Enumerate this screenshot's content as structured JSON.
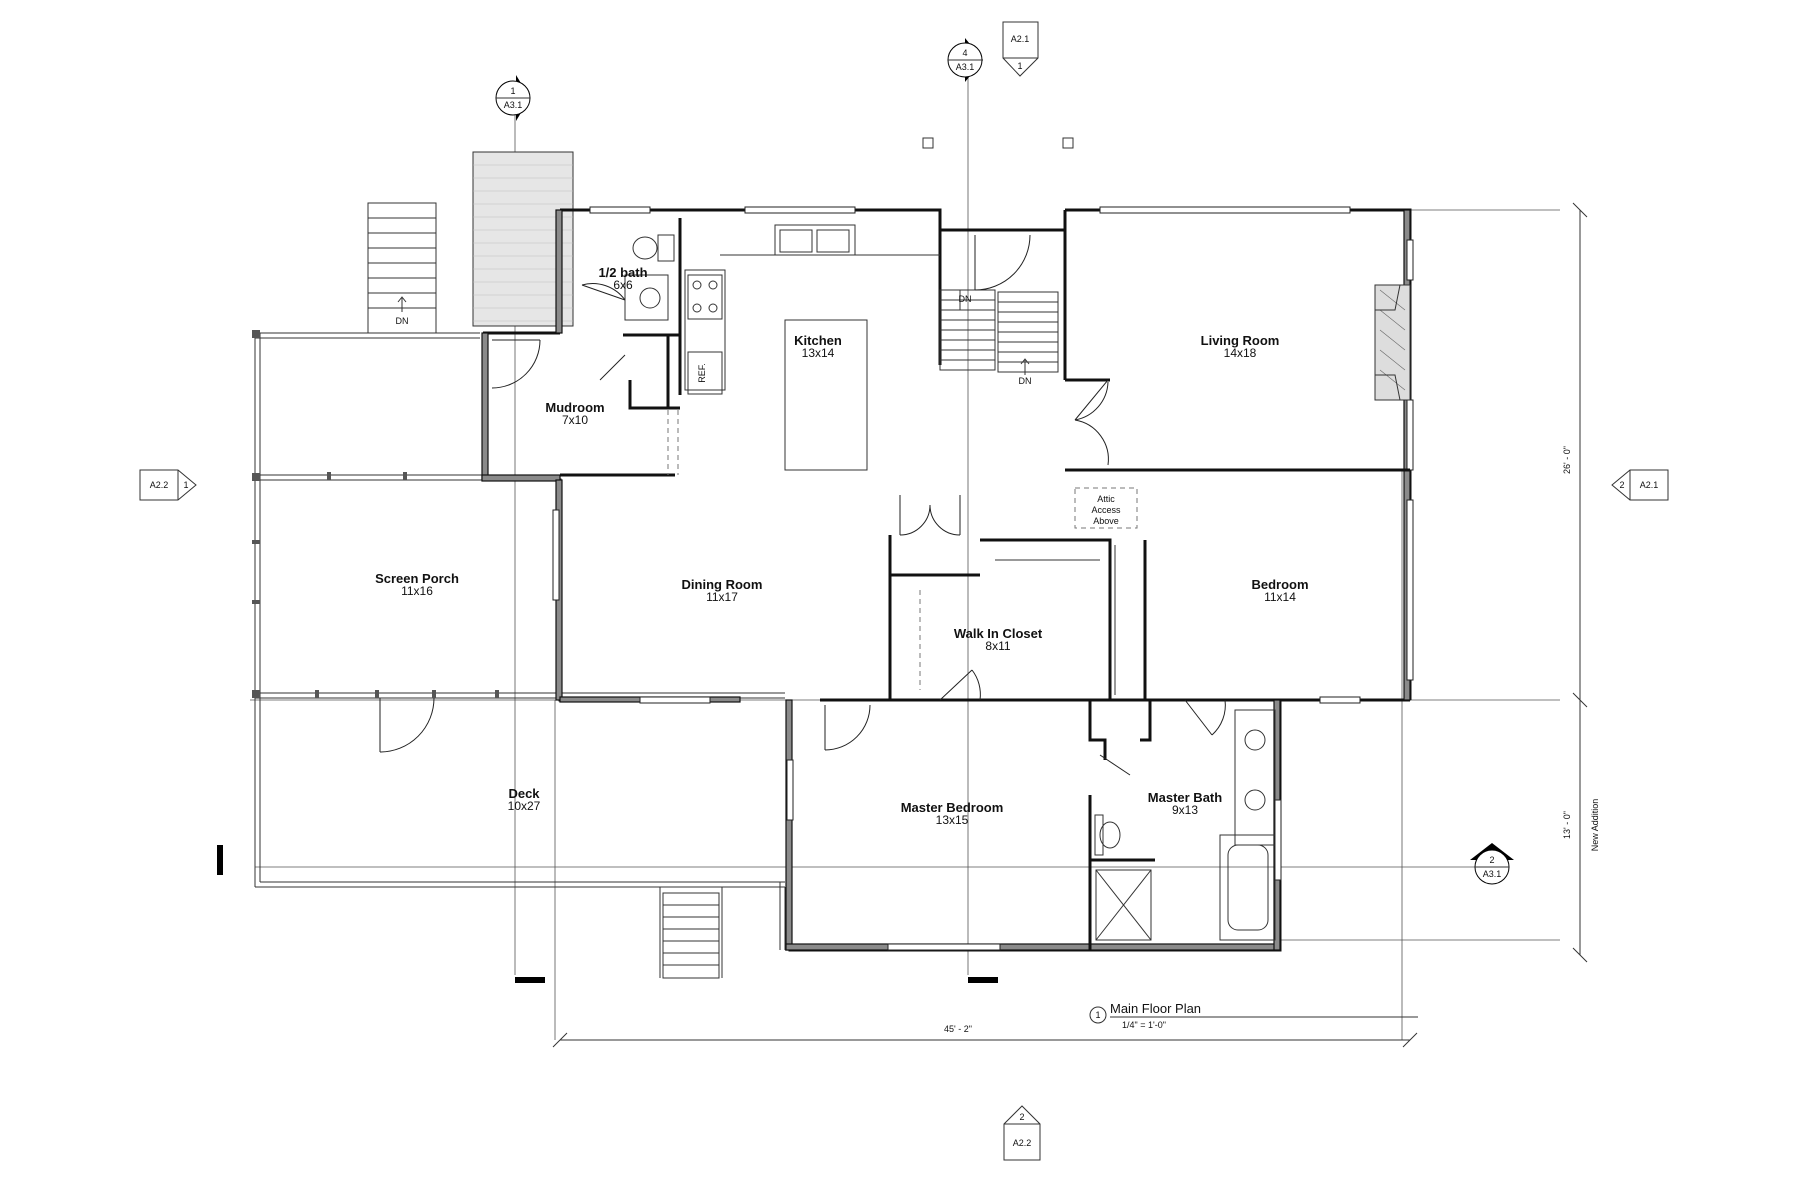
{
  "rooms": {
    "half_bath": {
      "name": "1/2 bath",
      "size": "6x6"
    },
    "kitchen": {
      "name": "Kitchen",
      "size": "13x14"
    },
    "living_room": {
      "name": "Living Room",
      "size": "14x18"
    },
    "mudroom": {
      "name": "Mudroom",
      "size": "7x10"
    },
    "screen_porch": {
      "name": "Screen Porch",
      "size": "11x16"
    },
    "dining_room": {
      "name": "Dining Room",
      "size": "11x17"
    },
    "bedroom": {
      "name": "Bedroom",
      "size": "11x14"
    },
    "walk_in_closet": {
      "name": "Walk In Closet",
      "size": "8x11"
    },
    "deck": {
      "name": "Deck",
      "size": "10x27"
    },
    "master_bedroom": {
      "name": "Master Bedroom",
      "size": "13x15"
    },
    "master_bath": {
      "name": "Master Bath",
      "size": "9x13"
    }
  },
  "labels": {
    "ref": "REF.",
    "dn": "DN",
    "attic": [
      "Attic",
      "Access",
      "Above"
    ]
  },
  "dimensions": {
    "height_main": "26' - 0\"",
    "height_addition": "13' - 0\"",
    "addition_note": "New Addition",
    "width": "45' - 2\""
  },
  "title_block": {
    "number": "1",
    "title": "Main Floor Plan",
    "scale": "1/4\" = 1'-0\""
  },
  "markers": {
    "section_1": {
      "num": "1",
      "sheet": "A3.1"
    },
    "section_4": {
      "num": "4",
      "sheet": "A3.1"
    },
    "section_2": {
      "num": "2",
      "sheet": "A3.1"
    },
    "elev_top": {
      "num": "1",
      "sheet": "A2.1"
    },
    "elev_left": {
      "num": "1",
      "sheet": "A2.2"
    },
    "elev_right": {
      "num": "2",
      "sheet": "A2.1"
    },
    "elev_bottom": {
      "num": "2",
      "sheet": "A2.2"
    }
  }
}
